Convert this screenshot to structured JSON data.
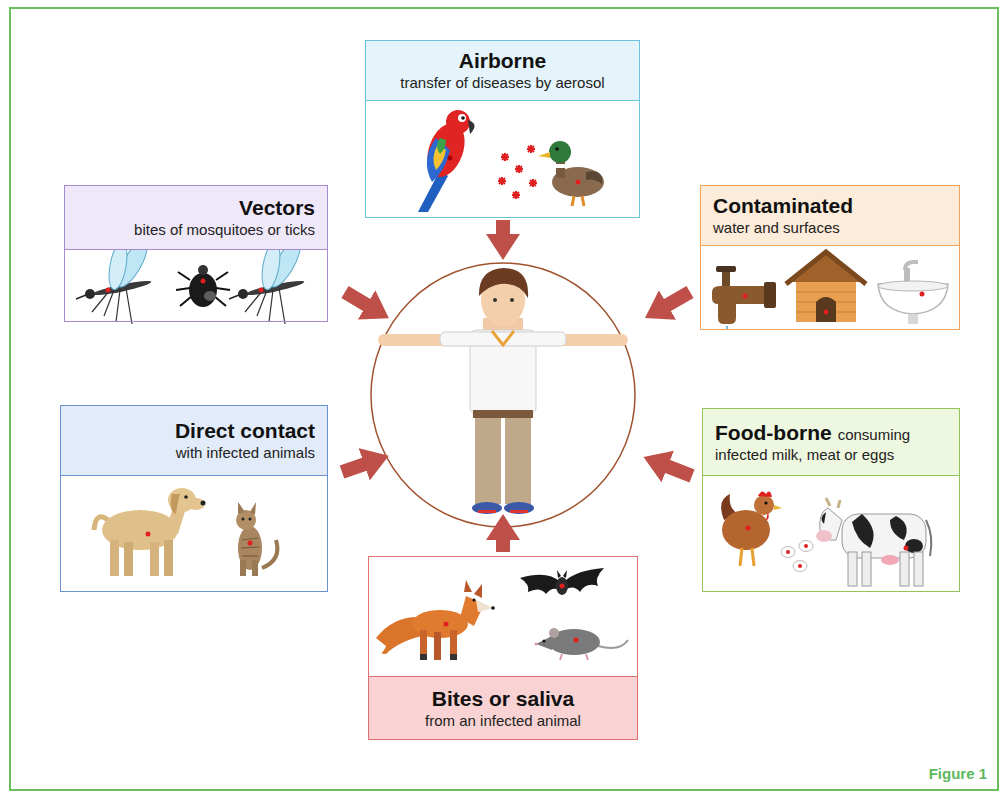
{
  "diagram": {
    "nodes": [
      {
        "text": [
          "Airborne",
          "transfer of diseases by aerosol"
        ]
      },
      {
        "text": [
          "Vectors",
          "bites of mosquitoes or ticks"
        ]
      },
      {
        "text": [
          "Contaminated",
          "water and surfaces"
        ]
      },
      {
        "text": [
          "Direct contact",
          "with infected animals"
        ]
      },
      {
        "text": [
          "Food-borne",
          "consuming infected milk, meat or eggs"
        ]
      },
      {
        "text": [
          "Bites or saliva",
          "from an infected animal"
        ]
      }
    ],
    "labels": [
      "Figure 1"
    ]
  }
}
